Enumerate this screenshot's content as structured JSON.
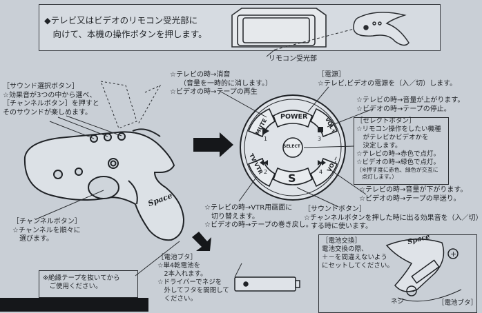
{
  "top_notice": {
    "line1": "◆テレビ又はビデオのリモコン受光部に",
    "line2": "　向けて、本機の操作ボタンを押します。",
    "receiver_label": "リモコン受光部"
  },
  "sound_select": {
    "title": "［サウンド選択ボタン］",
    "lines": [
      "☆効果音が3つの中から選べ、",
      "［チャンネルボタン］を押すと",
      "そのサウンドが楽しめます。"
    ]
  },
  "channel_button": {
    "title": "［チャンネルボタン］",
    "lines": [
      "☆チャンネルを順々に",
      "　選びます。"
    ]
  },
  "mute_note": {
    "lines": [
      "☆テレビの時→消音",
      "（音量を一時的に消します。）",
      "☆ビデオの時→テープの再生"
    ]
  },
  "power_note": {
    "title": "［電源］",
    "lines": [
      "☆テレビ,ビデオの電源を（入／切）します。"
    ]
  },
  "vol_up_note": {
    "lines": [
      "☆テレビの時→音量が上がります。",
      "☆ビデオの時→テープの停止。"
    ]
  },
  "select_button": {
    "title": "［セレクトボタン］",
    "lines": [
      "☆リモコン操作をしたい機種",
      "　がテレビかビデオかを",
      "　決定します。",
      "☆テレビの時→赤色で点灯。",
      "☆ビデオの時→緑色で点灯。",
      "（※押す度に赤色、緑色が交互に",
      "　点灯します。）"
    ]
  },
  "vol_down_note": {
    "lines": [
      "☆テレビの時→音量が下がります。",
      "☆ビデオの時→テープの早送り。"
    ]
  },
  "tvvtr_note": {
    "lines": [
      "☆テレビの時→VTR用画面に",
      "　切り替えます。",
      "☆ビデオの時→テープの巻き戻し。"
    ]
  },
  "sound_button": {
    "title": "［サウンドボタン］",
    "lines": [
      "☆チャンネルボタンを押した時に出る効果音を（入／切）",
      "　する時に使います。"
    ]
  },
  "battery_cover": {
    "title": "［電池ブタ］",
    "lines": [
      "☆単4乾電池を",
      "　2本入れます。",
      "☆ドライバーでネジを",
      "　外してフタを開閉して",
      "　ください。"
    ]
  },
  "insulation_tape": {
    "lines": [
      "※絶縁テープを抜いてから",
      "　ご使用ください。"
    ]
  },
  "battery_exchange": {
    "title": "［電池交換］",
    "lines": [
      "電池交換の際、",
      "＋－を間違えないよう",
      "にセットしてください。"
    ],
    "screw_label": "ネジ",
    "cover_label": "［電池ブタ］"
  },
  "remote_buttons": {
    "power": "POWER",
    "select": "SELECT",
    "mute": "MUTE",
    "mute_num": "1",
    "vol_up": "VOL+",
    "vol_up_num": "3",
    "tvvtr": "TV/VTR",
    "tvvtr_num": "2",
    "vol_down": "VOL−",
    "vol_down_num": "4",
    "sound": "S"
  },
  "logo": {
    "text": "Space"
  },
  "logo2": {
    "text": "Space"
  }
}
